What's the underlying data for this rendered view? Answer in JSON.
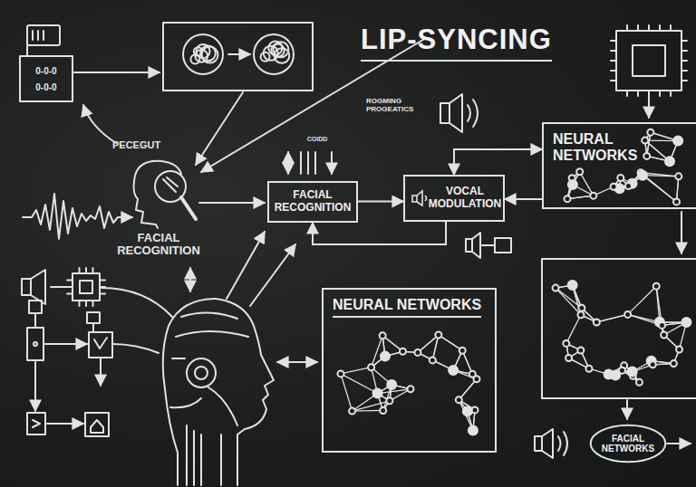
{
  "diagram": {
    "title": "LIP-SYNCING",
    "nodes": [
      {
        "text": [
          "FACIAL RECOGNITION"
        ]
      },
      {
        "text": [
          "VOCAL MODULATION"
        ]
      },
      {
        "text": [
          "NEURAL NETWORKS"
        ]
      },
      {
        "text": [
          "NEURAL NETWORKS"
        ]
      },
      {
        "text": [
          "FACIAL NETWORKS"
        ]
      }
    ],
    "edges": [
      {
        "from": 0,
        "to": 1,
        "arrow": "to"
      },
      {
        "from": 1,
        "to": 2,
        "arrow": "both"
      },
      {
        "from": 1,
        "to": 0,
        "arrow": "to"
      },
      {
        "from": 2,
        "to": 1,
        "arrow": "to"
      }
    ],
    "labels": [
      "PECEGUT",
      "FACIAL RECOGNITION",
      "COIDD",
      "ROGMING PROGEATICS",
      "0-0-0",
      "0-0-0"
    ]
  }
}
